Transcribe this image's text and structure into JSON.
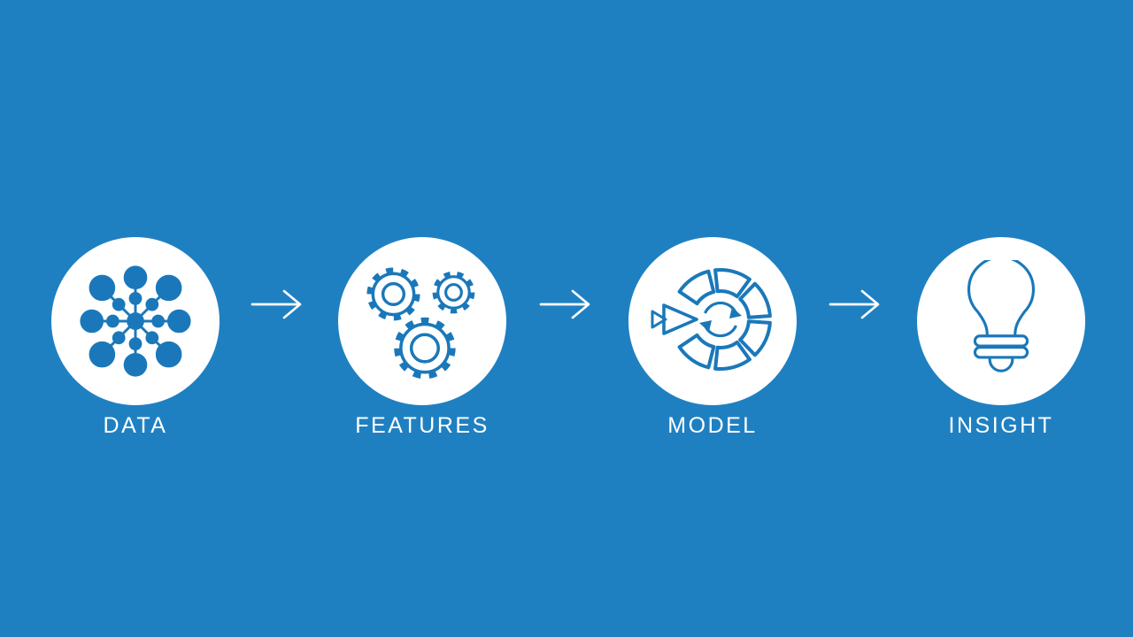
{
  "slide": {
    "colors": {
      "background": "#1f80c1",
      "icon": "#1a78ba",
      "node_fill": "#ffffff",
      "text": "#ffffff"
    },
    "stages": [
      {
        "label": "DATA",
        "icon": "data-network-icon"
      },
      {
        "label": "FEATURES",
        "icon": "gears-icon"
      },
      {
        "label": "MODEL",
        "icon": "model-cycle-icon"
      },
      {
        "label": "INSIGHT",
        "icon": "lightbulb-icon"
      }
    ],
    "connectors": [
      {
        "icon": "arrow-right-icon"
      },
      {
        "icon": "arrow-right-icon"
      },
      {
        "icon": "arrow-right-icon"
      }
    ]
  }
}
